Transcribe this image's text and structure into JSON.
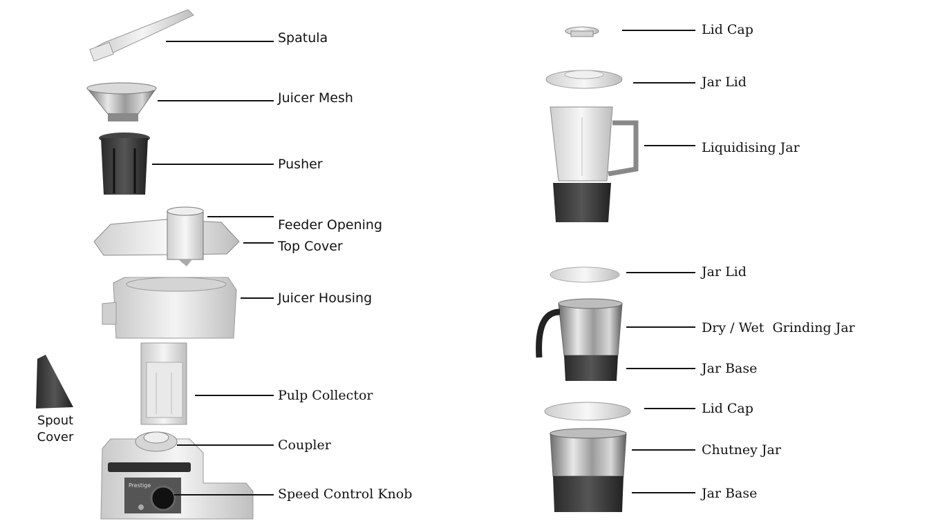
{
  "left_labels": {
    "spatula": "Spatula",
    "juicer_mesh": "Juicer Mesh",
    "pusher": "Pusher",
    "feeder_opening": "Feeder Opening",
    "top_cover": "Top Cover",
    "juicer_housing": "Juicer Housing",
    "pulp_collector": "Pulp Collector",
    "coupler": "Coupler",
    "speed_control_knob": "Speed Control Knob"
  },
  "spout_cover": {
    "line1": "Spout",
    "line2": "Cover"
  },
  "brand_badge": "Prestige",
  "right_labels": {
    "lid_cap_1": "Lid Cap",
    "jar_lid_1": "Jar Lid",
    "liquidising_jar": "Liquidising Jar",
    "jar_lid_2": "Jar Lid",
    "dry_wet_grinding_jar": "Dry / Wet  Grinding Jar",
    "jar_base_1": "Jar Base",
    "lid_cap_2": "Lid Cap",
    "chutney_jar": "Chutney Jar",
    "jar_base_2": "Jar Base"
  }
}
